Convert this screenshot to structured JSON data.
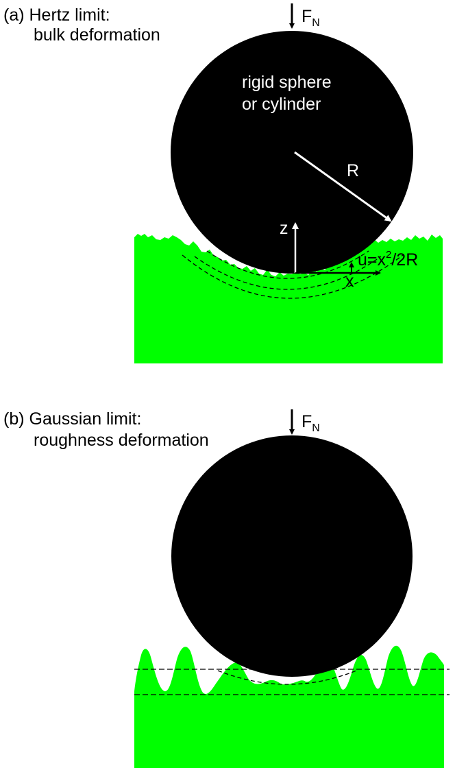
{
  "colors": {
    "background": "#ffffff",
    "substrate": "#00ff00",
    "indenter": "#000000",
    "inner_annotation": "#ffffff",
    "outer_annotation": "#000000"
  },
  "panel_a": {
    "title_line1": "(a) Hertz limit:",
    "title_line2": "bulk deformation",
    "force_label": "F",
    "force_subscript": "N",
    "indenter_line1": "rigid sphere",
    "indenter_line2": "or cylinder",
    "radius_label": "R",
    "z_label": "z",
    "x_label": "x",
    "displacement_prefix": "u=x",
    "displacement_exponent": "2",
    "displacement_suffix": "/2R"
  },
  "panel_b": {
    "title_line1": "(b) Gaussian limit:",
    "title_line2": "roughness deformation",
    "force_label": "F",
    "force_subscript": "N"
  }
}
